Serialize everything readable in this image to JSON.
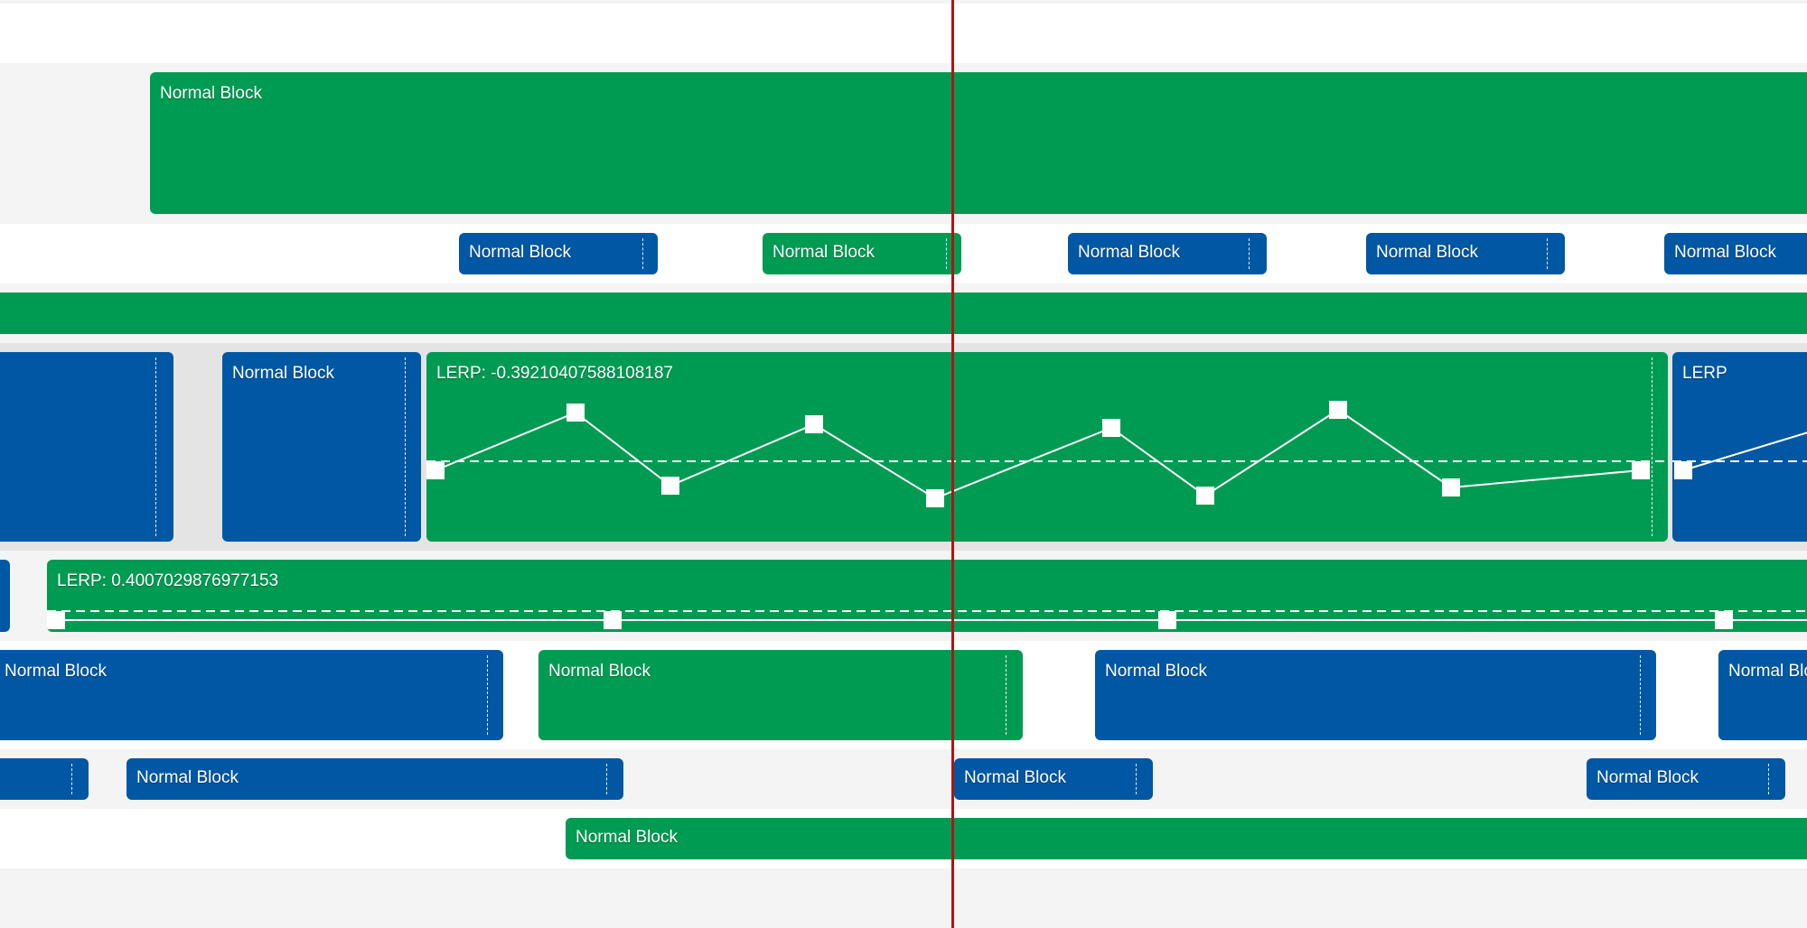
{
  "colors": {
    "green_block": "#009b52",
    "blue_block": "#0057a3",
    "playhead": "#b01414"
  },
  "blocks": {
    "normal_label": "Normal Block",
    "lerp_a_label": "LERP: -0.39210407588108187",
    "lerp_b_label": "LERP: 0.4007029876977153",
    "lerp_c_label": "LERP",
    "trunc_label": "Normal Blo"
  }
}
